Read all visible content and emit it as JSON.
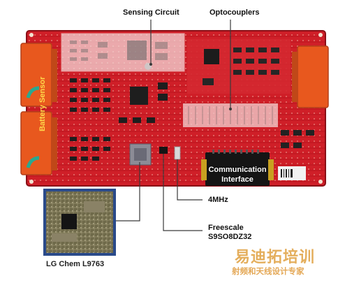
{
  "labels": {
    "sensing_circuit": "Sensing Circuit",
    "optocouplers": "Optocouplers",
    "battery_sensor": "Battery Sensor",
    "communication_line1": "Communication",
    "communication_line2": "Interface",
    "clock": "4MHz",
    "mcu_line1": "Freescale",
    "mcu_line2": "S9SO8DZ32",
    "chip_inset": "LG Chem L9763"
  },
  "watermark": {
    "brand_cn": "易迪拓培训",
    "tagline_cn": "射频和天线设计专家"
  },
  "colors": {
    "board_red": "#d2202a",
    "board_dark_red": "#a8141c",
    "connector_orange": "#e8581e",
    "highlight_overlay": "#f4d8d8",
    "chip_inset_border": "#1f3f78",
    "watermark_orange": "#e0a040"
  }
}
